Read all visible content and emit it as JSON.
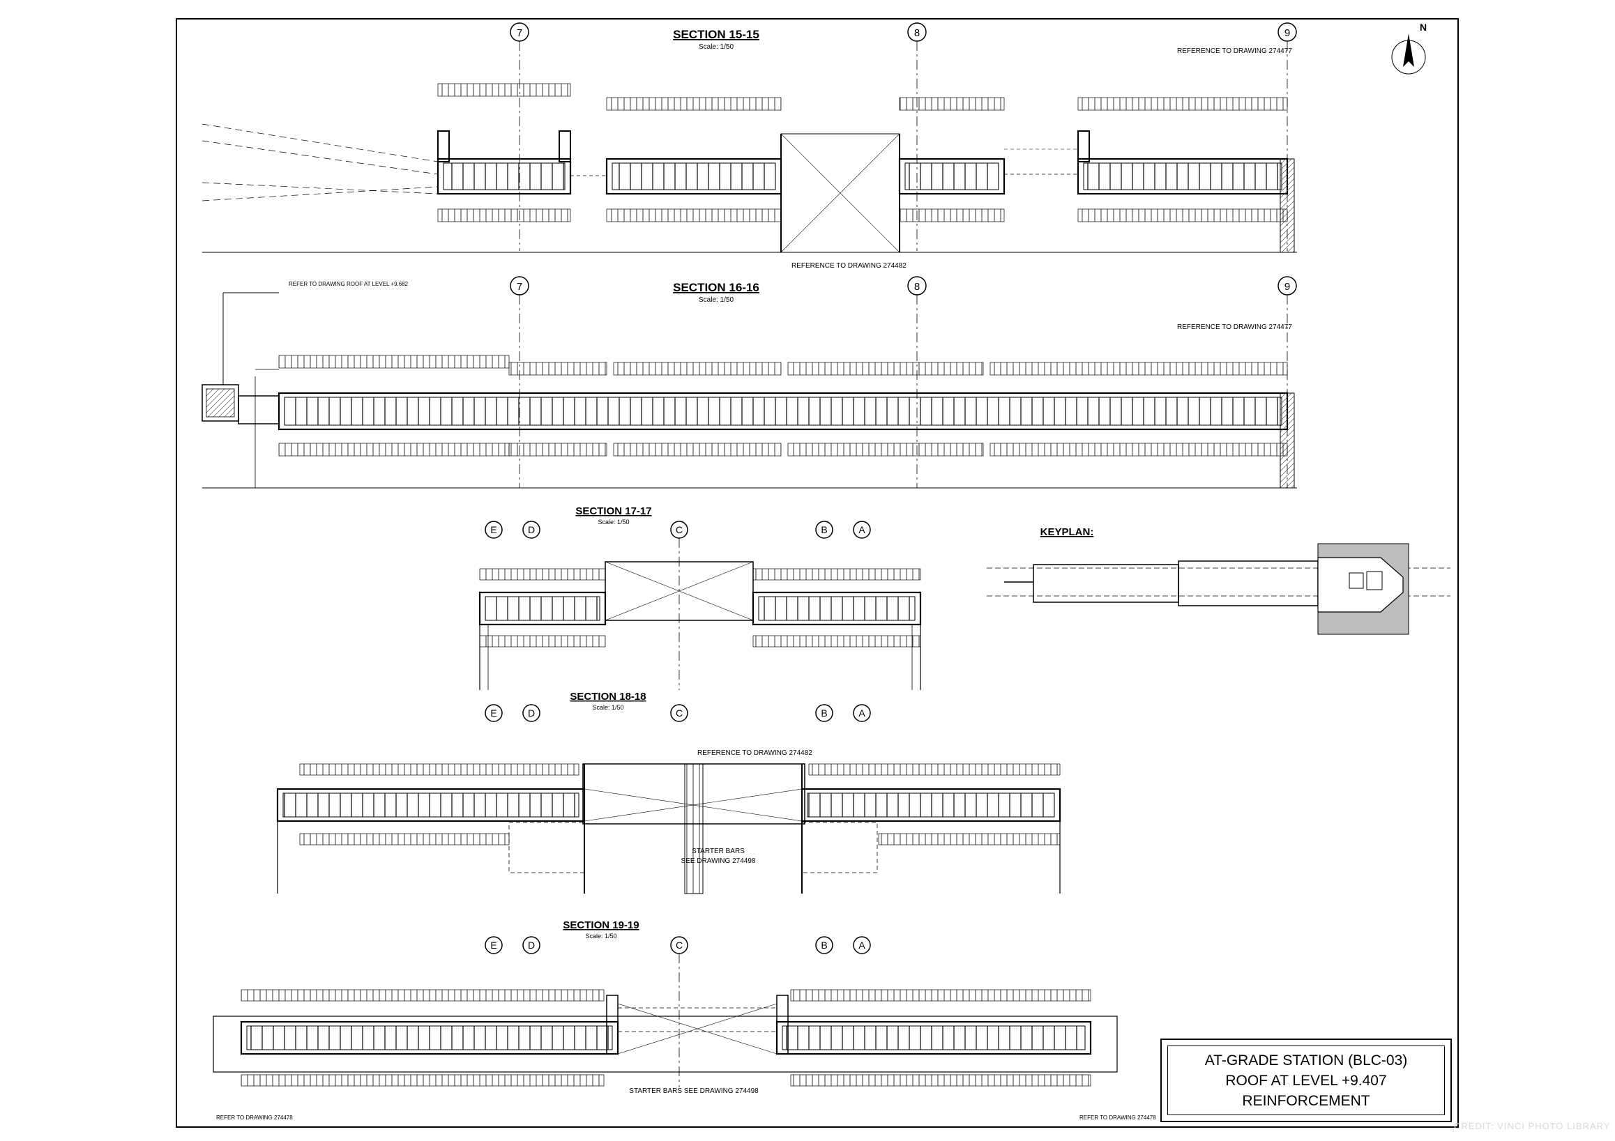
{
  "north_label": "N",
  "sections": [
    {
      "id": "s15",
      "title": "SECTION 15-15",
      "scale": "Scale: 1/50",
      "notes": [
        "REFERENCE TO DRAWING 274477",
        "REFERENCE TO DRAWING 274482"
      ],
      "gridlines": [
        "7",
        "8",
        "9"
      ]
    },
    {
      "id": "s16",
      "title": "SECTION 16-16",
      "scale": "Scale: 1/50",
      "notes": [
        "REFERENCE TO DRAWING 274477",
        "REFER TO DRAWING ROOF AT LEVEL +9.682"
      ],
      "gridlines": [
        "7",
        "8",
        "9"
      ]
    },
    {
      "id": "s17",
      "title": "SECTION 17-17",
      "scale": "Scale: 1/50",
      "notes": [],
      "gridlines": [
        "E",
        "D",
        "C",
        "B",
        "A"
      ]
    },
    {
      "id": "s18",
      "title": "SECTION 18-18",
      "scale": "Scale: 1/50",
      "notes": [
        "REFERENCE TO DRAWING 274482",
        "STARTER BARS",
        "SEE DRAWING 274498"
      ],
      "gridlines": [
        "E",
        "D",
        "C",
        "B",
        "A"
      ]
    },
    {
      "id": "s19",
      "title": "SECTION 19-19",
      "scale": "Scale: 1/50",
      "notes": [
        "STARTER BARS SEE DRAWING 274498",
        "REFER TO DRAWING 274478",
        "REFER TO DRAWING 274478"
      ],
      "gridlines": [
        "E",
        "D",
        "C",
        "B",
        "A"
      ]
    }
  ],
  "keyplan": {
    "title": "KEYPLAN:"
  },
  "title_block": {
    "line1": "AT-GRADE STATION (BLC-03)",
    "line2": "ROOF AT LEVEL +9.407",
    "line3": "REINFORCEMENT"
  },
  "credit": "CREDIT: VINCI PHOTO LIBRARY"
}
